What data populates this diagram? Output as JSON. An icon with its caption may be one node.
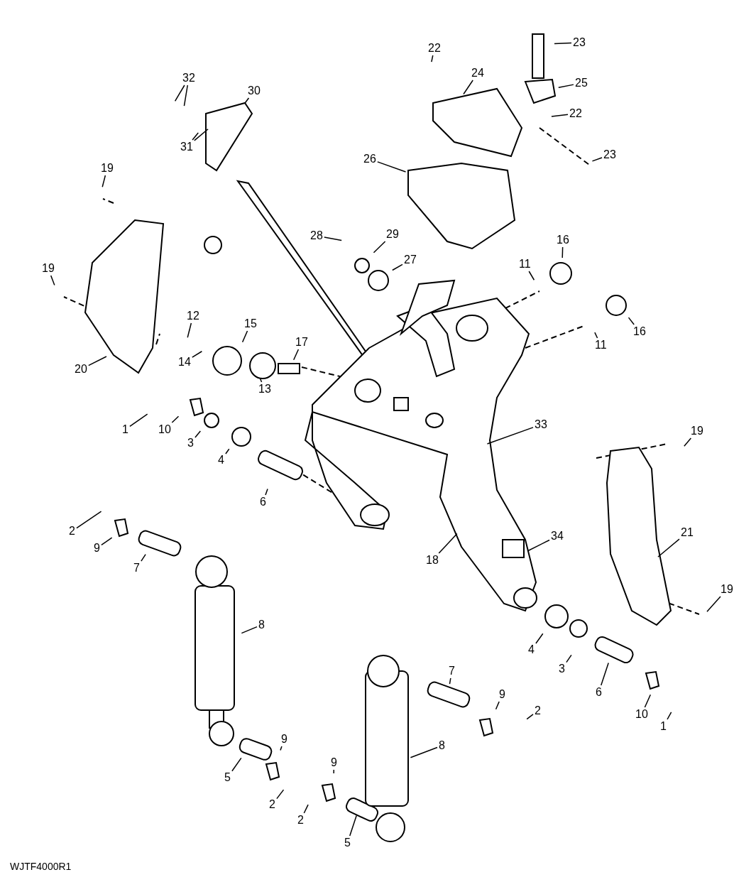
{
  "diagram": {
    "nodes": [
      {
        "text": [
          "32"
        ]
      },
      {
        "text": [
          "30"
        ]
      },
      {
        "text": [
          "31"
        ]
      },
      {
        "text": [
          "22"
        ]
      },
      {
        "text": [
          "24"
        ]
      },
      {
        "text": [
          "23"
        ]
      },
      {
        "text": [
          "25"
        ]
      },
      {
        "text": [
          "22"
        ]
      },
      {
        "text": [
          "23"
        ]
      },
      {
        "text": [
          "26"
        ]
      },
      {
        "text": [
          "19"
        ]
      },
      {
        "text": [
          "28"
        ]
      },
      {
        "text": [
          "29"
        ]
      },
      {
        "text": [
          "27"
        ]
      },
      {
        "text": [
          "16"
        ]
      },
      {
        "text": [
          "11"
        ]
      },
      {
        "text": [
          "19"
        ]
      },
      {
        "text": [
          "16"
        ]
      },
      {
        "text": [
          "11"
        ]
      },
      {
        "text": [
          "12"
        ]
      },
      {
        "text": [
          "15"
        ]
      },
      {
        "text": [
          "17"
        ]
      },
      {
        "text": [
          "14"
        ]
      },
      {
        "text": [
          "20"
        ]
      },
      {
        "text": [
          "13"
        ]
      },
      {
        "text": [
          "1"
        ]
      },
      {
        "text": [
          "10"
        ]
      },
      {
        "text": [
          "3"
        ]
      },
      {
        "text": [
          "4"
        ]
      },
      {
        "text": [
          "33"
        ]
      },
      {
        "text": [
          "19"
        ]
      },
      {
        "text": [
          "6"
        ]
      },
      {
        "text": [
          "2"
        ]
      },
      {
        "text": [
          "9"
        ]
      },
      {
        "text": [
          "7"
        ]
      },
      {
        "text": [
          "34"
        ]
      },
      {
        "text": [
          "21"
        ]
      },
      {
        "text": [
          "18"
        ]
      },
      {
        "text": [
          "19"
        ]
      },
      {
        "text": [
          "8"
        ]
      },
      {
        "text": [
          "4"
        ]
      },
      {
        "text": [
          "3"
        ]
      },
      {
        "text": [
          "6"
        ]
      },
      {
        "text": [
          "7"
        ]
      },
      {
        "text": [
          "9"
        ]
      },
      {
        "text": [
          "2"
        ]
      },
      {
        "text": [
          "10"
        ]
      },
      {
        "text": [
          "1"
        ]
      },
      {
        "text": [
          "8"
        ]
      },
      {
        "text": [
          "9"
        ]
      },
      {
        "text": [
          "5"
        ]
      },
      {
        "text": [
          "9"
        ]
      },
      {
        "text": [
          "2"
        ]
      },
      {
        "text": [
          "2"
        ]
      },
      {
        "text": [
          "5"
        ]
      }
    ],
    "edges": [
      {
        "from": 0,
        "to": null,
        "arrow": "none"
      },
      {
        "from": 0,
        "to": null,
        "arrow": "none"
      },
      {
        "from": 1,
        "to": null,
        "arrow": "none"
      },
      {
        "from": 2,
        "to": null,
        "arrow": "none"
      },
      {
        "from": 2,
        "to": null,
        "arrow": "none"
      },
      {
        "from": 3,
        "to": null,
        "arrow": "none"
      },
      {
        "from": 4,
        "to": null,
        "arrow": "none"
      },
      {
        "from": 5,
        "to": null,
        "arrow": "none"
      },
      {
        "from": 6,
        "to": null,
        "arrow": "none"
      },
      {
        "from": 7,
        "to": null,
        "arrow": "none"
      },
      {
        "from": 8,
        "to": null,
        "arrow": "none"
      },
      {
        "from": 9,
        "to": null,
        "arrow": "none"
      },
      {
        "from": 10,
        "to": null,
        "arrow": "none"
      },
      {
        "from": 11,
        "to": null,
        "arrow": "none"
      },
      {
        "from": 12,
        "to": null,
        "arrow": "none"
      },
      {
        "from": 13,
        "to": null,
        "arrow": "none"
      },
      {
        "from": 14,
        "to": null,
        "arrow": "none"
      },
      {
        "from": 15,
        "to": null,
        "arrow": "none"
      },
      {
        "from": 16,
        "to": null,
        "arrow": "none"
      },
      {
        "from": 17,
        "to": null,
        "arrow": "none"
      },
      {
        "from": 18,
        "to": null,
        "arrow": "none"
      },
      {
        "from": 19,
        "to": null,
        "arrow": "none"
      },
      {
        "from": 20,
        "to": null,
        "arrow": "none"
      },
      {
        "from": 21,
        "to": null,
        "arrow": "none"
      },
      {
        "from": 22,
        "to": null,
        "arrow": "none"
      },
      {
        "from": 23,
        "to": null,
        "arrow": "none"
      },
      {
        "from": 24,
        "to": null,
        "arrow": "none"
      },
      {
        "from": 25,
        "to": null,
        "arrow": "none"
      },
      {
        "from": 26,
        "to": null,
        "arrow": "none"
      },
      {
        "from": 27,
        "to": null,
        "arrow": "none"
      },
      {
        "from": 28,
        "to": null,
        "arrow": "none"
      },
      {
        "from": 29,
        "to": null,
        "arrow": "none"
      },
      {
        "from": 30,
        "to": null,
        "arrow": "none"
      },
      {
        "from": 31,
        "to": null,
        "arrow": "none"
      },
      {
        "from": 32,
        "to": null,
        "arrow": "none"
      },
      {
        "from": 33,
        "to": null,
        "arrow": "none"
      },
      {
        "from": 34,
        "to": null,
        "arrow": "none"
      },
      {
        "from": 35,
        "to": null,
        "arrow": "none"
      },
      {
        "from": 36,
        "to": null,
        "arrow": "none"
      },
      {
        "from": 37,
        "to": null,
        "arrow": "none"
      },
      {
        "from": 38,
        "to": null,
        "arrow": "none"
      },
      {
        "from": 39,
        "to": null,
        "arrow": "none"
      },
      {
        "from": 40,
        "to": null,
        "arrow": "none"
      },
      {
        "from": 41,
        "to": null,
        "arrow": "none"
      },
      {
        "from": 42,
        "to": null,
        "arrow": "none"
      },
      {
        "from": 43,
        "to": null,
        "arrow": "none"
      },
      {
        "from": 44,
        "to": null,
        "arrow": "none"
      },
      {
        "from": 45,
        "to": null,
        "arrow": "none"
      },
      {
        "from": 46,
        "to": null,
        "arrow": "none"
      },
      {
        "from": 47,
        "to": null,
        "arrow": "none"
      },
      {
        "from": 48,
        "to": null,
        "arrow": "none"
      },
      {
        "from": 49,
        "to": null,
        "arrow": "none"
      },
      {
        "from": 50,
        "to": null,
        "arrow": "none"
      },
      {
        "from": 51,
        "to": null,
        "arrow": "none"
      },
      {
        "from": 52,
        "to": null,
        "arrow": "none"
      },
      {
        "from": 53,
        "to": null,
        "arrow": "none"
      },
      {
        "from": 54,
        "to": null,
        "arrow": "none"
      }
    ],
    "labels": [
      "WJTF4000R1"
    ]
  }
}
